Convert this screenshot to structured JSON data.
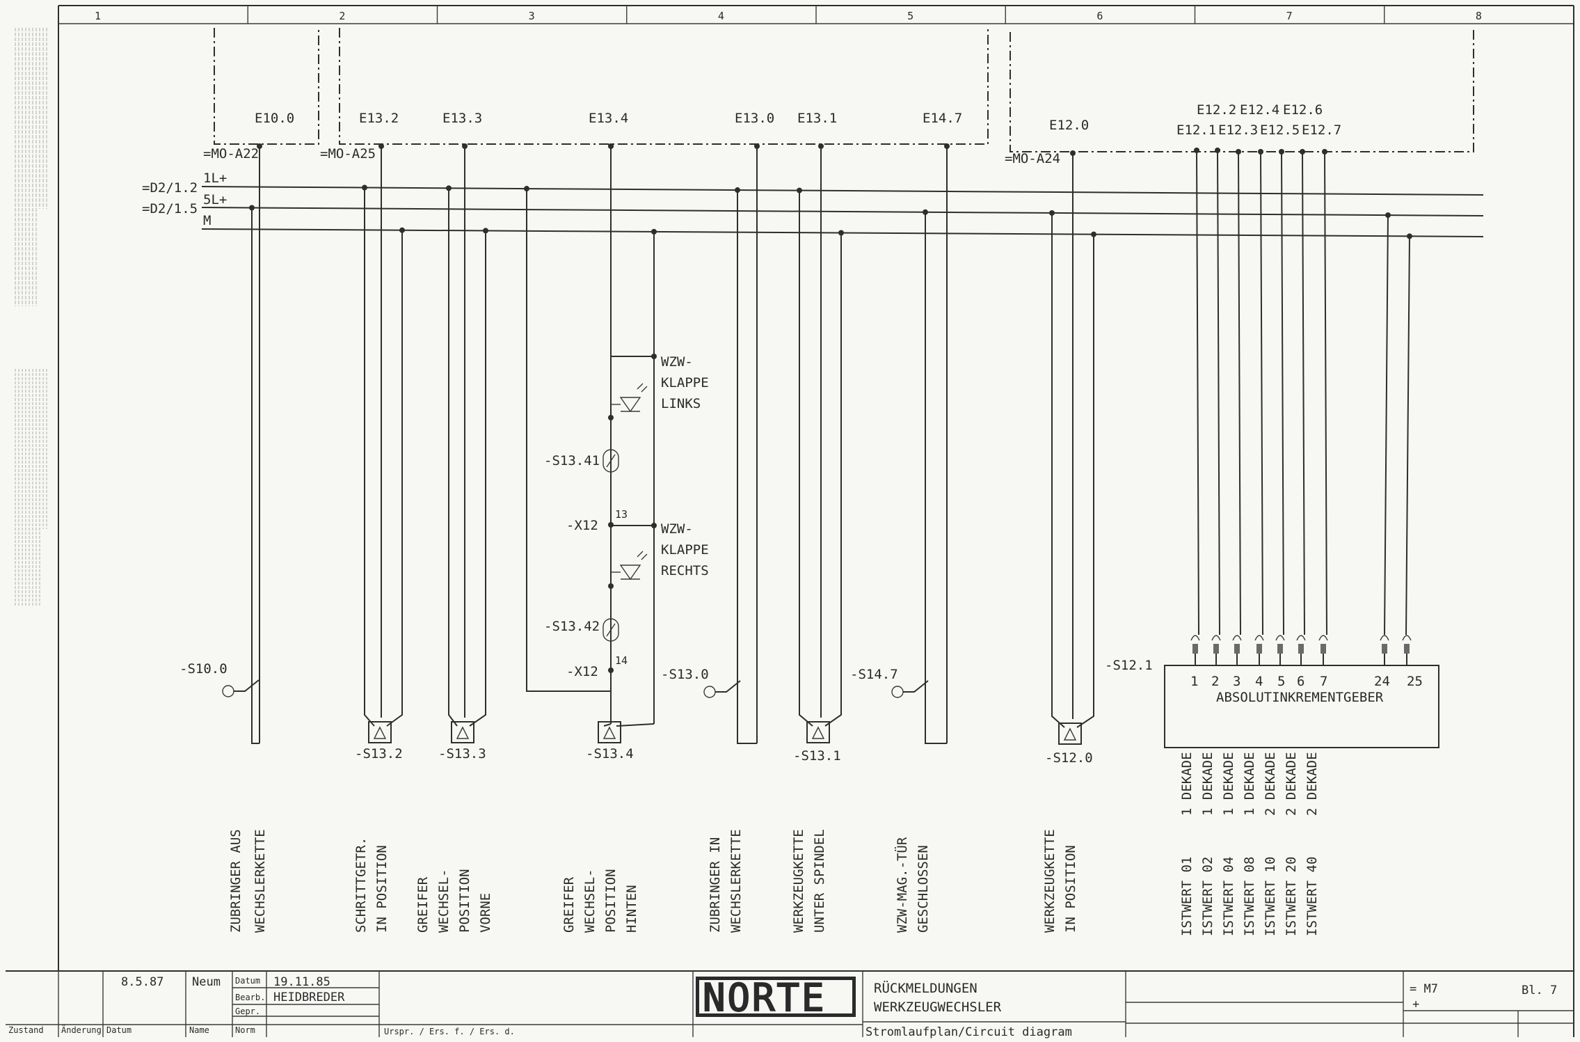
{
  "columns": [
    "1",
    "2",
    "3",
    "4",
    "5",
    "6",
    "7",
    "8"
  ],
  "modules": [
    "=MO-A22",
    "=MO-A25",
    "=MO-A24"
  ],
  "rails": {
    "feeds": [
      "=D2/1.2",
      "=D2/1.5"
    ],
    "names": [
      "1L+",
      "5L+",
      "M"
    ]
  },
  "channels": [
    {
      "input": "E10.0",
      "device": "-S10.0",
      "function": [
        "ZUBRINGER AUS",
        "WECHSLERKETTE"
      ]
    },
    {
      "input": "E13.2",
      "device": "-S13.2",
      "function": [
        "SCHRITTGETR.",
        "IN POSITION"
      ]
    },
    {
      "input": "E13.3",
      "device": "-S13.3",
      "function": [
        "GREIFER",
        "WECHSEL-",
        "POSITION",
        "VORNE"
      ]
    },
    {
      "input": "E13.4",
      "device": "-S13.4",
      "function": [
        "GREIFER",
        "WECHSEL-",
        "POSITION",
        "HINTEN"
      ]
    },
    {
      "input": "E13.0",
      "device": "-S13.0",
      "function": [
        "ZUBRINGER IN",
        "WECHSLERKETTE"
      ]
    },
    {
      "input": "E13.1",
      "device": "-S13.1",
      "function": [
        "WERKZEUGKETTE",
        "UNTER SPINDEL"
      ]
    },
    {
      "input": "E14.7",
      "device": "-S14.7",
      "function": [
        "WZW-MAG.-TÜR",
        "GESCHLOSSEN"
      ]
    },
    {
      "input": "E12.0",
      "device": "-S12.0",
      "function": [
        "WERKZEUGKETTE",
        "IN POSITION"
      ]
    }
  ],
  "flap_branch": {
    "upper": {
      "switch": "-S13.41",
      "label": [
        "WZW-",
        "KLAPPE",
        "LINKS"
      ]
    },
    "lower": {
      "switch": "-S13.42",
      "label": [
        "WZW-",
        "KLAPPE",
        "RECHTS"
      ]
    },
    "terminal": "-X12",
    "terminal_numbers": [
      "13",
      "14"
    ]
  },
  "encoder": {
    "device": "-S12.1",
    "name": "ABSOLUTINKREMENTGEBER",
    "inputs_upper": [
      "E12.2",
      "E12.4",
      "E12.6"
    ],
    "inputs_lower": [
      "E12.1",
      "E12.3",
      "E12.5",
      "E12.7"
    ],
    "pins": [
      "1",
      "2",
      "3",
      "4",
      "5",
      "6",
      "7",
      "24",
      "25"
    ],
    "outputs": [
      {
        "istwert": "ISTWERT 01",
        "dekade": "1 DEKADE"
      },
      {
        "istwert": "ISTWERT 02",
        "dekade": "1 DEKADE"
      },
      {
        "istwert": "ISTWERT 04",
        "dekade": "1 DEKADE"
      },
      {
        "istwert": "ISTWERT 08",
        "dekade": "1 DEKADE"
      },
      {
        "istwert": "ISTWERT 10",
        "dekade": "2 DEKADE"
      },
      {
        "istwert": "ISTWERT 20",
        "dekade": "2 DEKADE"
      },
      {
        "istwert": "ISTWERT 40",
        "dekade": "2 DEKADE"
      }
    ]
  },
  "title_block": {
    "change_date": "8.5.87",
    "change_name": "Neum",
    "labels": {
      "datum": "Datum",
      "bearb": "Bearb.",
      "gepr": "Gepr.",
      "norm": "Norm",
      "zustand": "Zustand",
      "aenderung": "Änderung",
      "datum2": "Datum",
      "name": "Name"
    },
    "date": "19.11.85",
    "drawn_by": "HEIDBREDER",
    "origin": "Urspr. / Ers. f. / Ers. d.",
    "logo": "NORTE",
    "title_line1": "RÜCKMELDUNGEN",
    "title_line2": "WERKZEUGWECHSLER",
    "subtitle": "Stromlaufplan/Circuit diagram",
    "plant": "= M7",
    "location": "+",
    "sheet": "Bl. 7"
  },
  "colors": {
    "paper": "#f7f7f4",
    "ink": "#2e2e2e"
  }
}
